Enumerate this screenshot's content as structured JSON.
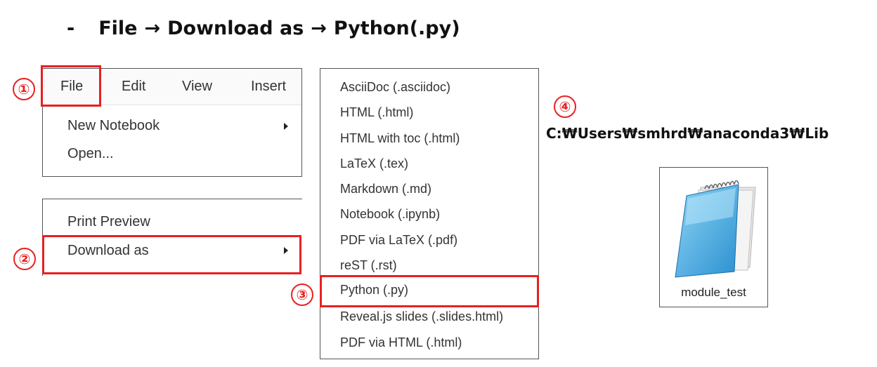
{
  "heading": {
    "dash": "-",
    "parts": [
      "File",
      "Download as",
      "Python(.py)"
    ],
    "arrow": "→"
  },
  "menubar": {
    "items": [
      "File",
      "Edit",
      "View",
      "Insert"
    ]
  },
  "file_menu": {
    "items": [
      "New Notebook",
      "Open..."
    ]
  },
  "file_menu_lower": {
    "items": [
      "Print Preview",
      "Download as"
    ]
  },
  "download_submenu": {
    "items": [
      "AsciiDoc (.asciidoc)",
      "HTML (.html)",
      "HTML with toc (.html)",
      "LaTeX (.tex)",
      "Markdown (.md)",
      "Notebook (.ipynb)",
      "PDF via LaTeX (.pdf)",
      "reST (.rst)",
      "Python (.py)",
      "Reveal.js slides (.slides.html)",
      "PDF via HTML (.html)"
    ]
  },
  "steps": [
    "①",
    "②",
    "③",
    "④"
  ],
  "path": "C:₩Users₩smhrd₩anaconda3₩Lib",
  "file": {
    "name": "module_test",
    "icon": "notepad-file-icon"
  },
  "colors": {
    "highlight": "#e82020"
  }
}
